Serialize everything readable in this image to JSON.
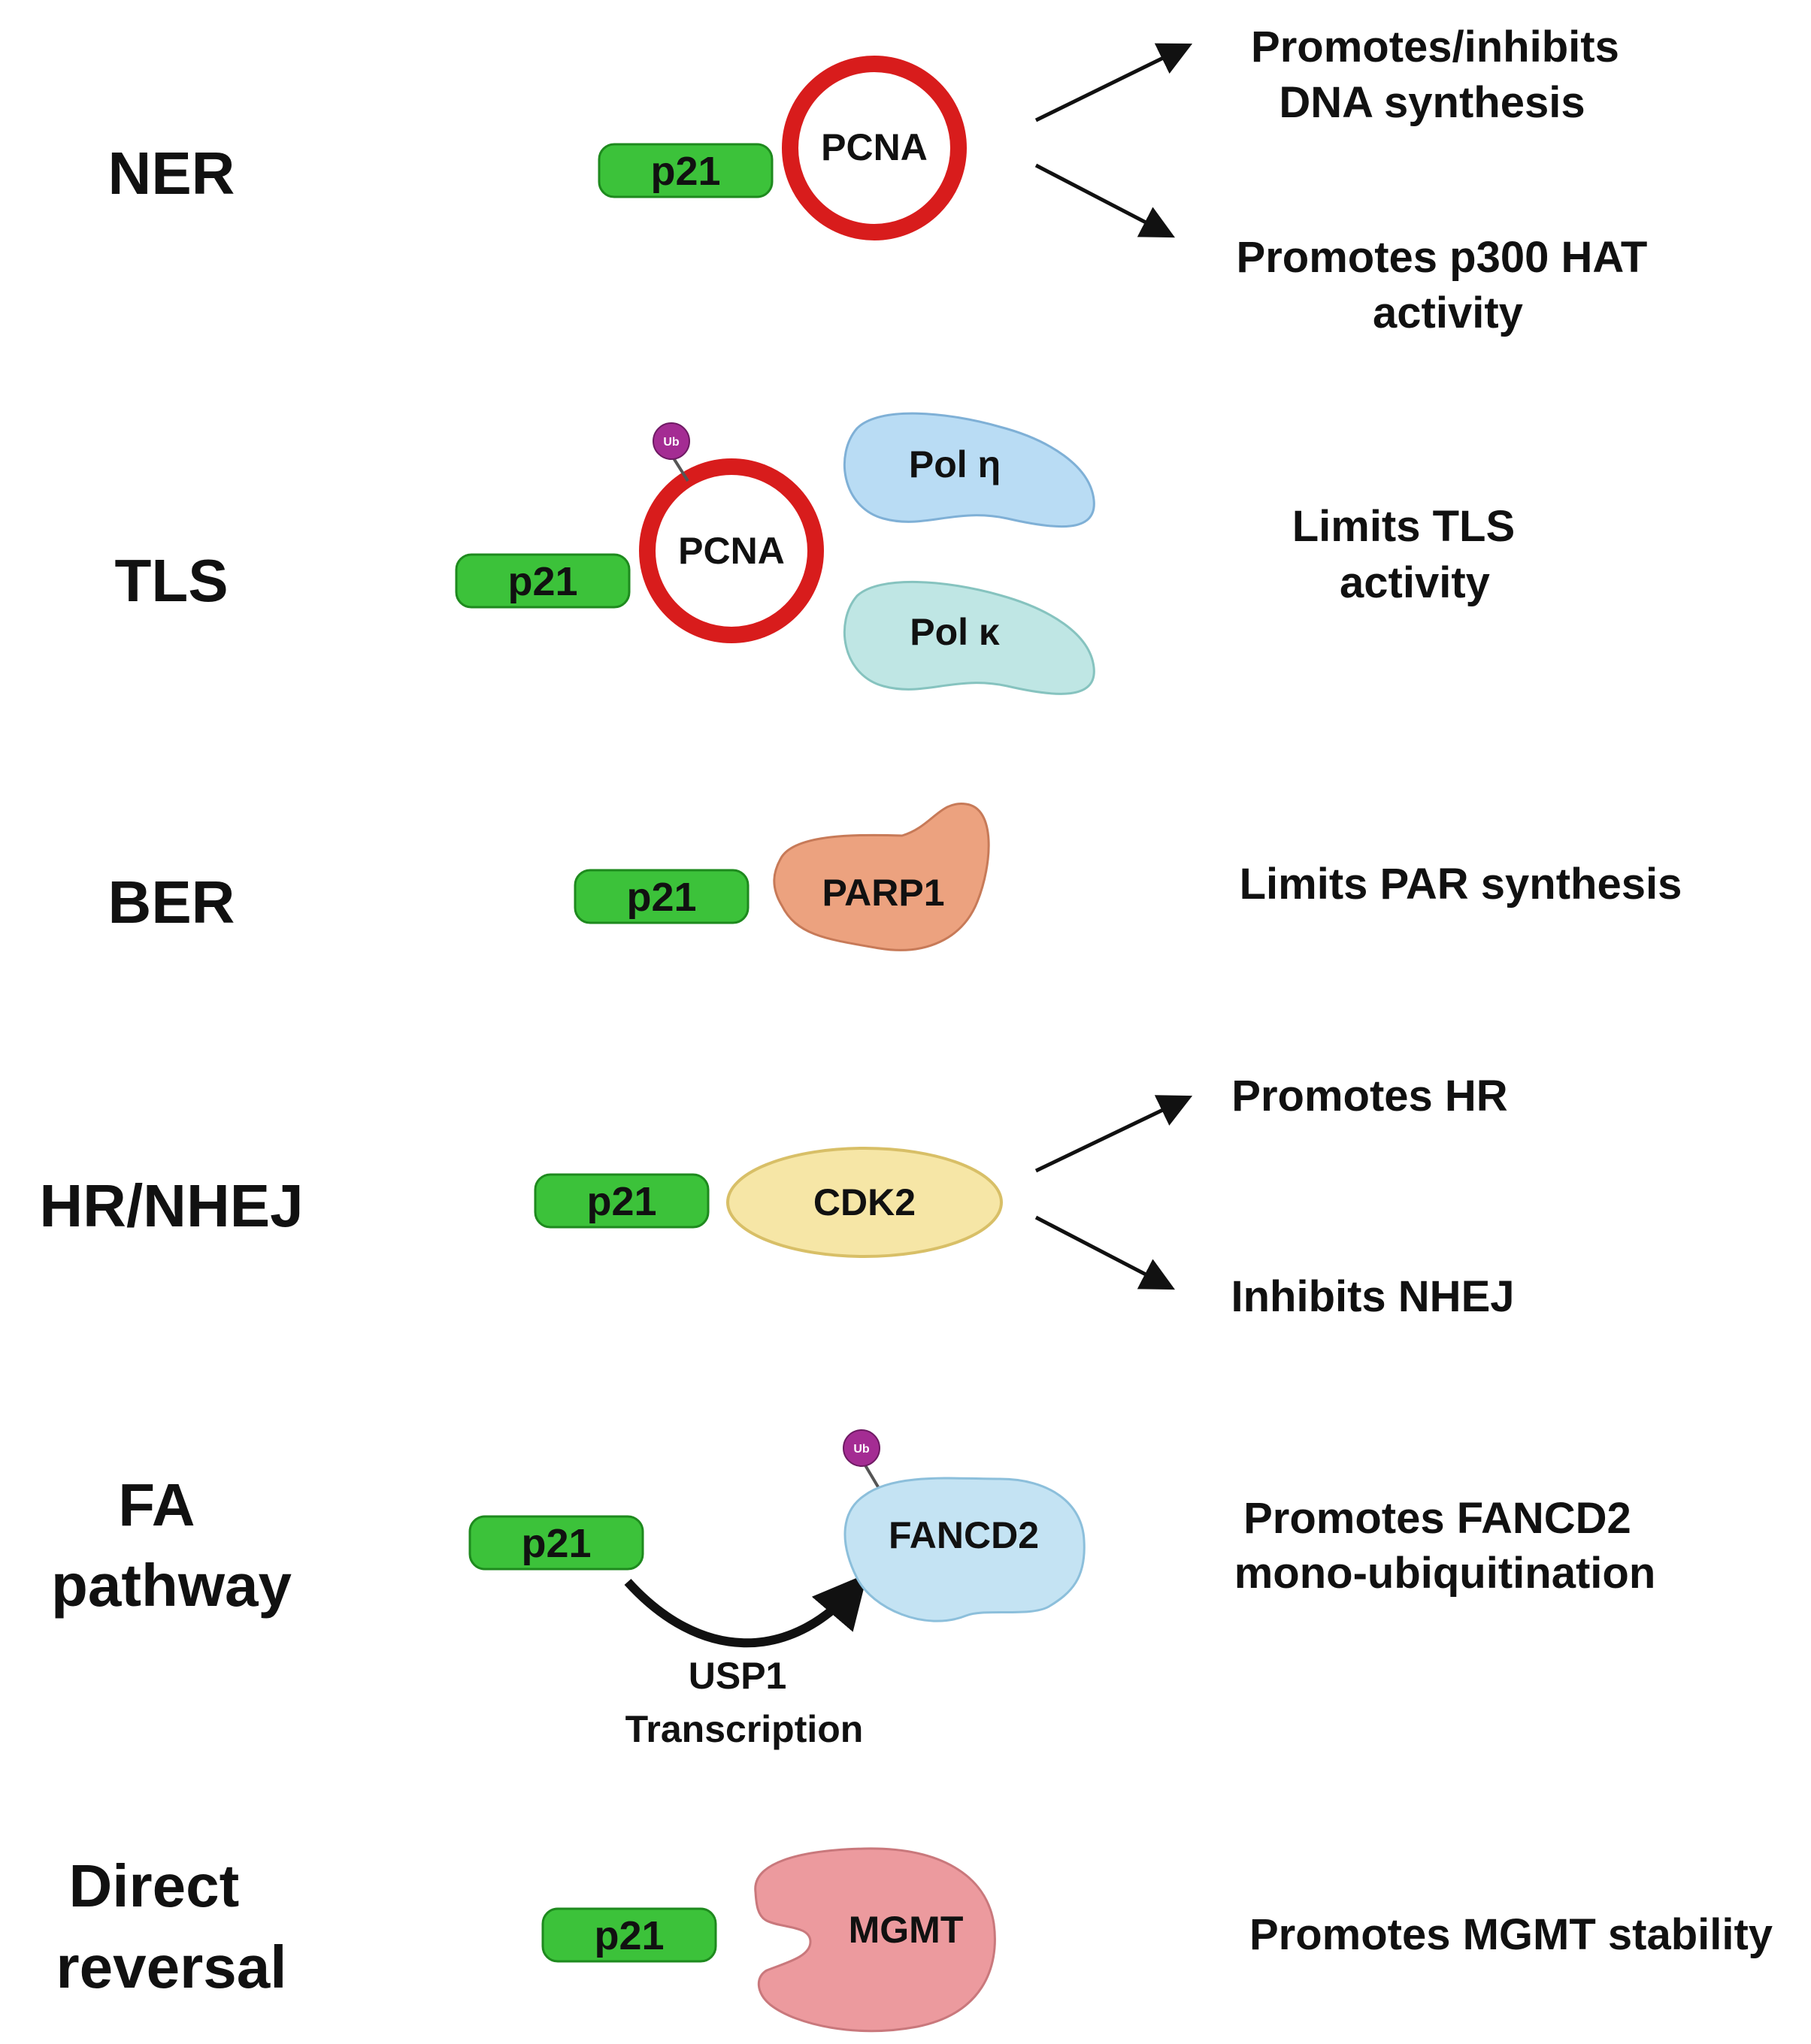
{
  "rows": {
    "ner": {
      "pathway": [
        "NER"
      ],
      "p21": "p21",
      "partner": "PCNA",
      "effects": [
        [
          "Promotes/inhibits",
          "DNA synthesis"
        ],
        [
          "Promotes p300 HAT",
          "activity"
        ]
      ]
    },
    "tls": {
      "pathway": [
        "TLS"
      ],
      "p21": "p21",
      "partner": "PCNA",
      "ub": "Ub",
      "pol_eta": "Pol η",
      "pol_kappa": "Pol κ",
      "effects": [
        [
          "Limits TLS",
          "activity"
        ]
      ]
    },
    "ber": {
      "pathway": [
        "BER"
      ],
      "p21": "p21",
      "partner": "PARP1",
      "effects": [
        [
          "Limits PAR synthesis"
        ]
      ]
    },
    "hr": {
      "pathway": [
        "HR/NHEJ"
      ],
      "p21": "p21",
      "partner": "CDK2",
      "effects": [
        [
          "Promotes HR"
        ],
        [
          "Inhibits NHEJ"
        ]
      ]
    },
    "fa": {
      "pathway": [
        "FA",
        "pathway"
      ],
      "p21": "p21",
      "partner": "FANCD2",
      "ub": "Ub",
      "arrow_label": [
        "USP1",
        "Transcription"
      ],
      "effects": [
        [
          "Promotes FANCD2",
          "mono-ubiquitination"
        ]
      ]
    },
    "dr": {
      "pathway": [
        "Direct",
        "reversal"
      ],
      "p21": "p21",
      "partner": "MGMT",
      "effects": [
        [
          "Promotes MGMT stability"
        ]
      ]
    }
  },
  "colors": {
    "p21": "#3cc23a",
    "pcna_ring": "#d81c1c",
    "pol_eta": "#b9dcf4",
    "pol_kappa": "#bfe6e4",
    "parp1": "#eca27f",
    "cdk2": "#f6e6a6",
    "fancd2": "#c4e3f3",
    "mgmt": "#ec9a9e",
    "ub": "#a42c93"
  }
}
